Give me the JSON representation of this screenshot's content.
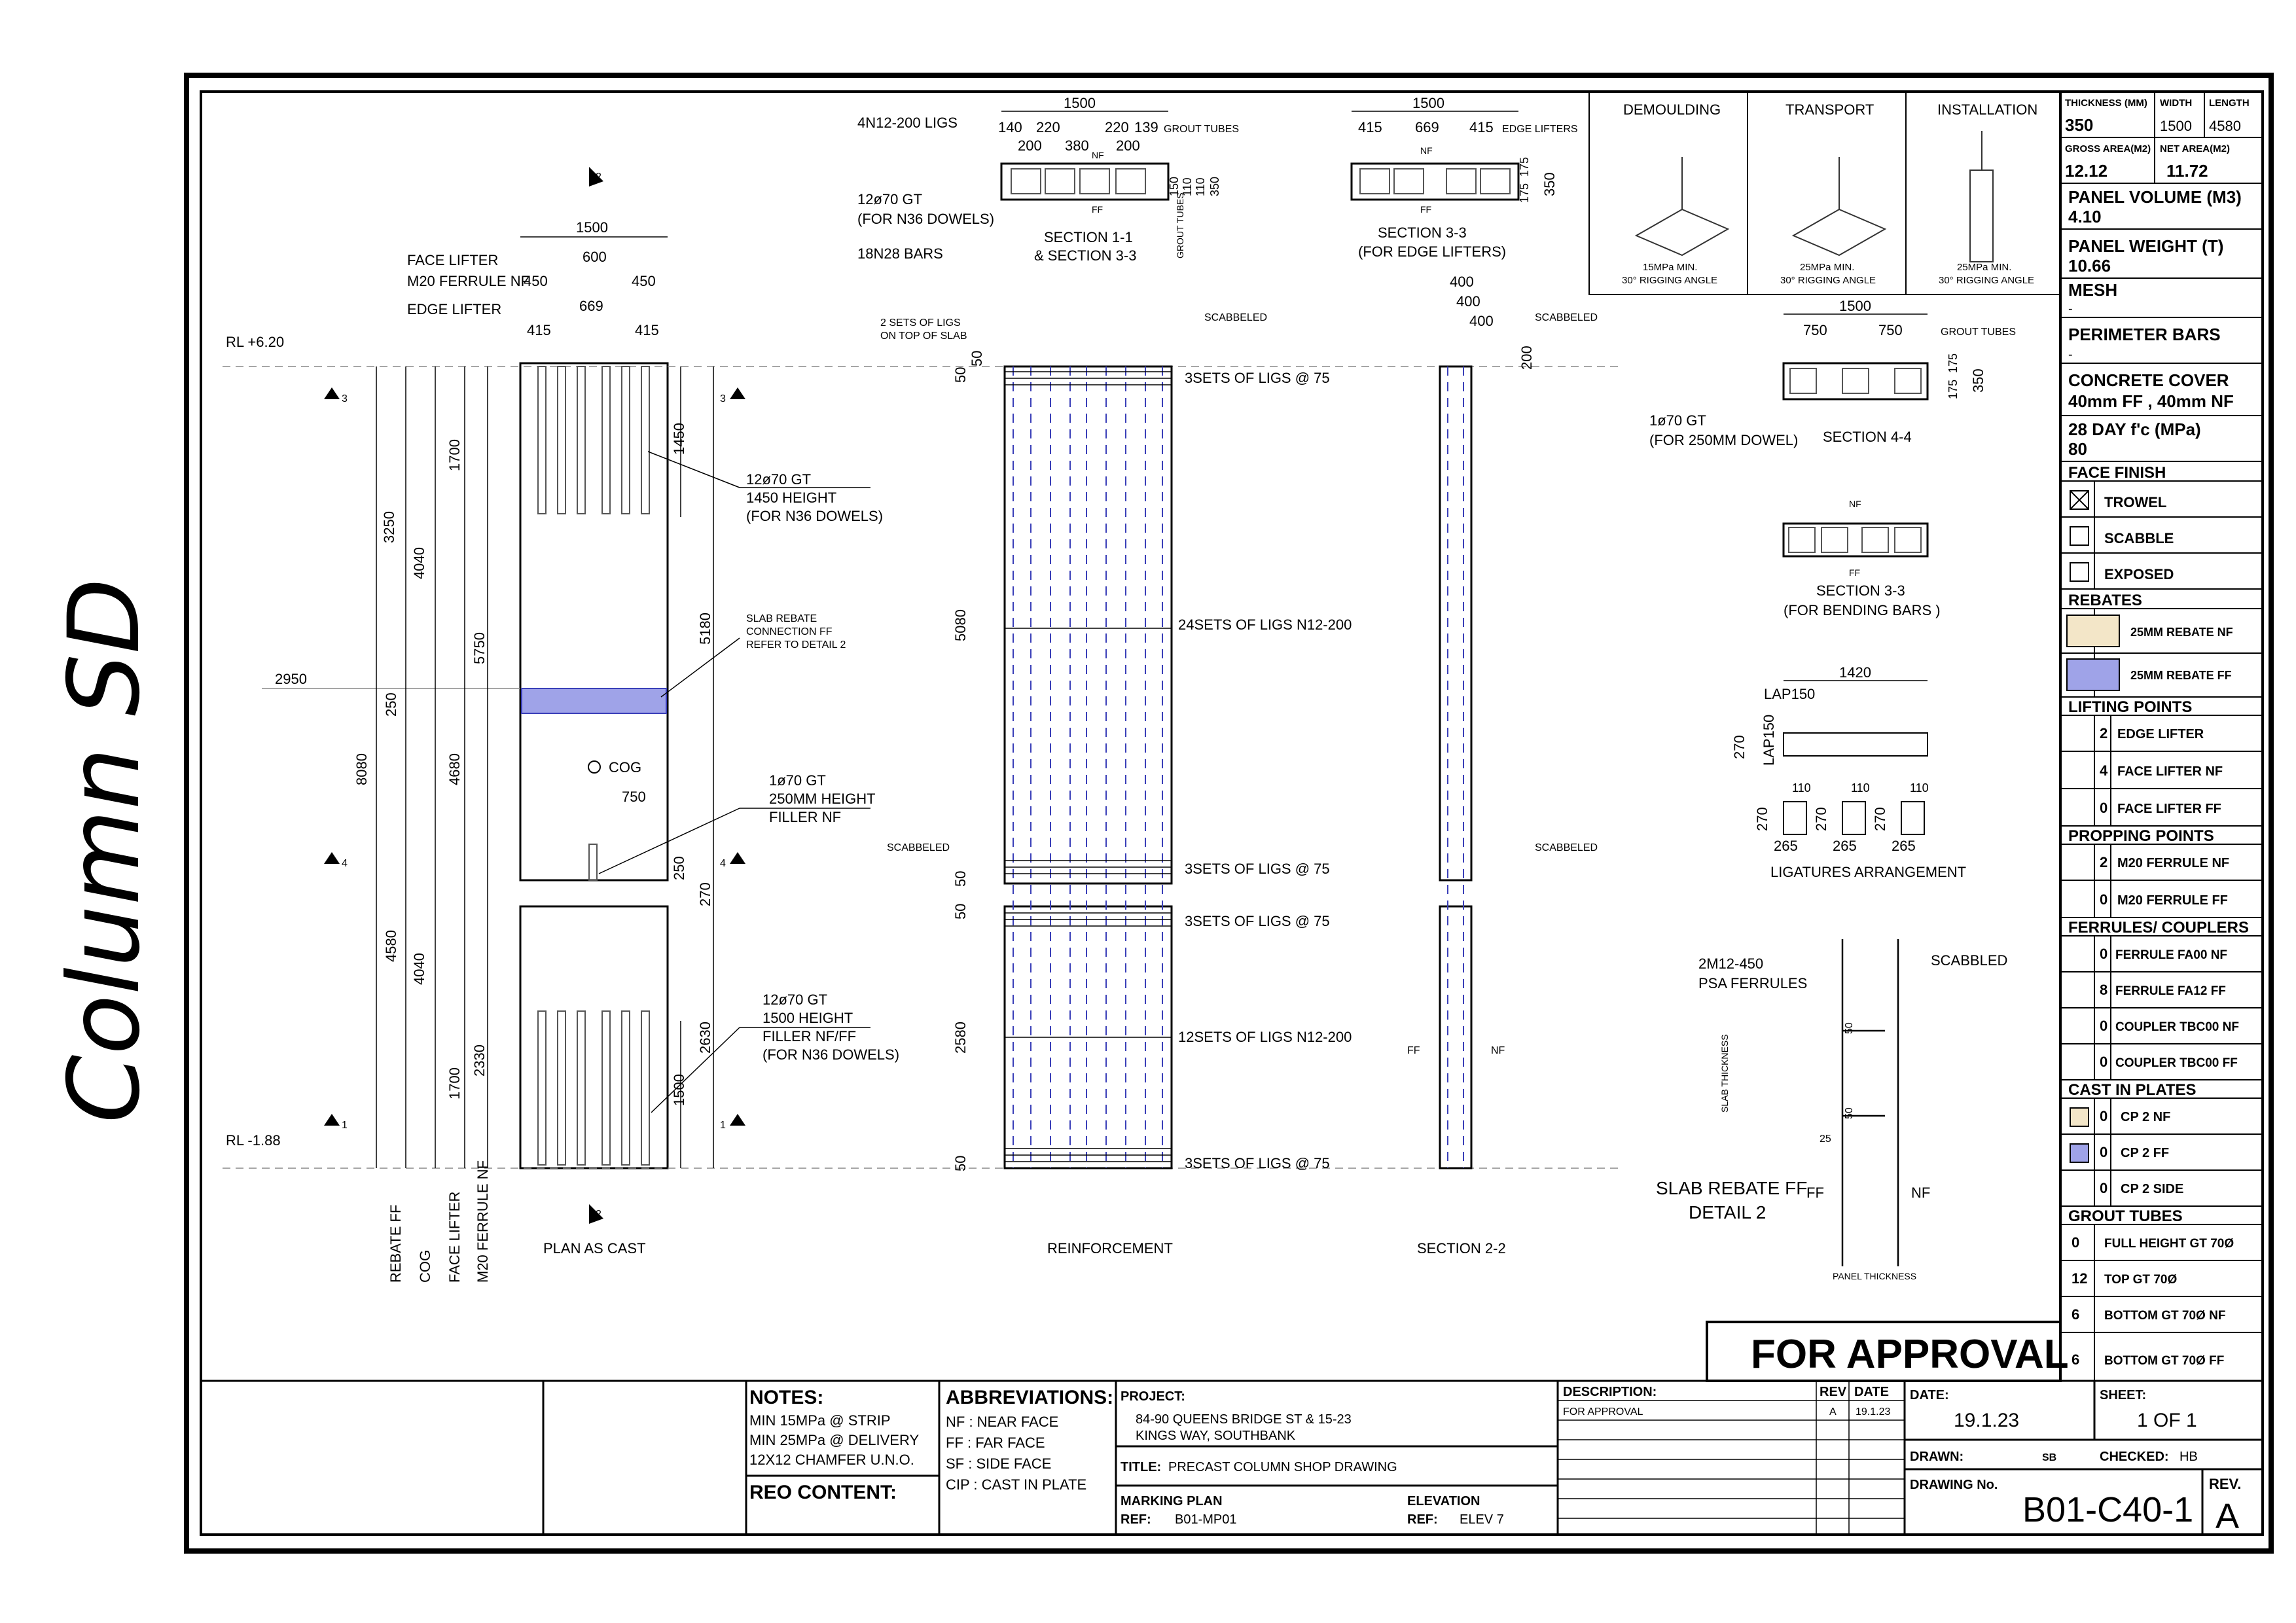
{
  "side_title": "Column SD",
  "drawings": {
    "plan": {
      "caption": "PLAN AS CAST",
      "dim_top": "1500",
      "face_lifter_label": "FACE LIFTER",
      "face_lifter_dim": "600",
      "ferrule_label": "M20 FERRULE NF",
      "ferrule_dims": [
        "450",
        "450"
      ],
      "edge_lifter_label": "EDGE LIFTER",
      "edge_lifter_dim": "669",
      "edge_sub_dims": [
        "415",
        "415"
      ],
      "rl_top": "RL +6.20",
      "rl_bottom": "RL -1.88",
      "dims_vertical": [
        "3250",
        "4040",
        "1700",
        "5750",
        "250",
        "8080",
        "4680",
        "4580",
        "4040",
        "1700",
        "2330",
        "1450",
        "5180",
        "250",
        "270",
        "2630",
        "1500"
      ],
      "dim_2950": "2950",
      "cog_label": "COG",
      "cog_offset": "750",
      "bottom_labels": [
        "REBATE FF",
        "COG",
        "FACE LIFTER",
        "M20 FERRULE NF"
      ],
      "section_markers": [
        "3",
        "3",
        "4",
        "4",
        "1",
        "1",
        "2",
        "2"
      ],
      "callouts": [
        {
          "lines": [
            "12ø70 GT",
            "1450 HEIGHT",
            "(FOR N36 DOWELS)"
          ]
        },
        {
          "lines": [
            "SLAB REBATE",
            "CONNECTION FF",
            "REFER TO DETAIL 2"
          ]
        },
        {
          "lines": [
            "1ø70 GT",
            "250MM HEIGHT",
            "FILLER NF"
          ]
        },
        {
          "lines": [
            "12ø70 GT",
            "1500 HEIGHT",
            "FILLER NF/FF",
            "(FOR N36 DOWELS)"
          ]
        }
      ]
    },
    "section11": {
      "caption": [
        "SECTION 1-1",
        "& SECTION 3-3"
      ],
      "dim_total": "1500",
      "dims": [
        "140",
        "220",
        "220",
        "139",
        "200",
        "380",
        "200"
      ],
      "grout_tubes": "GROUT TUBES",
      "ligs": "4N12-200 LIGS",
      "gt": [
        "12ø70 GT",
        "(FOR N36 DOWELS)"
      ],
      "bars": "18N28 BARS",
      "side_dims": [
        "150",
        "110",
        "110",
        "350"
      ],
      "side_label": "GROUT TUBES",
      "nf": "NF",
      "ff": "FF"
    },
    "section33_edge": {
      "caption": [
        "SECTION 3-3",
        "(FOR EDGE LIFTERS)"
      ],
      "dim_total": "1500",
      "dims": [
        "415",
        "669",
        "415"
      ],
      "edge_lifters": "EDGE LIFTERS",
      "side_dims": [
        "175",
        "175",
        "350"
      ],
      "nf": "NF",
      "ff": "FF"
    },
    "reinforcement": {
      "caption": "REINFORCEMENT",
      "ligs_top_note": [
        "2 SETS OF LIGS",
        "ON TOP OF SLAB"
      ],
      "scabbeled": "SCABBELED",
      "labels": [
        "3SETS OF LIGS @ 75",
        "24SETS OF LIGS N12-200",
        "3SETS OF LIGS @ 75",
        "3SETS OF LIGS @ 75",
        "12SETS OF LIGS N12-200",
        "3SETS OF LIGS @ 75"
      ],
      "dims": [
        "50",
        "50",
        "5080",
        "50",
        "50",
        "50",
        "2580",
        "50"
      ]
    },
    "section22": {
      "caption": "SECTION 2-2",
      "dims": [
        "400",
        "400",
        "400",
        "200"
      ],
      "scabbeled": "SCABBELED",
      "ff": "FF",
      "nf": "NF"
    },
    "section44": {
      "caption": "SECTION 4-4",
      "dims": [
        "1500",
        "750",
        "750"
      ],
      "grout_tubes": "GROUT TUBES",
      "gt": [
        "1ø70 GT",
        "(FOR 250MM DOWEL)"
      ],
      "side_dims": [
        "175",
        "175",
        "350"
      ]
    },
    "section33_bending": {
      "caption": [
        "SECTION 3-3",
        "(FOR BENDING BARS )"
      ],
      "nf": "NF",
      "ff": "FF"
    },
    "ligatures": {
      "caption": "LIGATURES ARRANGEMENT",
      "dims": [
        "1420",
        "LAP150",
        "LAP150",
        "270",
        "270",
        "110",
        "265",
        "270",
        "110",
        "265",
        "270",
        "110",
        "265"
      ]
    },
    "detail2": {
      "caption": [
        "SLAB REBATE FF",
        "DETAIL 2"
      ],
      "ferrules": [
        "2M12-450",
        "PSA FERRULES"
      ],
      "scabbled": "SCABBLED",
      "slab_thickness": "SLAB THICKNESS",
      "panel_thickness": "PANEL THICKNESS",
      "dims": [
        "50",
        "50",
        "25"
      ],
      "ff": "FF",
      "nf": "NF"
    },
    "handling": [
      {
        "title": "DEMOULDING",
        "note": [
          "15MPa MIN.",
          "30° RIGGING ANGLE"
        ]
      },
      {
        "title": "TRANSPORT",
        "note": [
          "25MPa MIN.",
          "30° RIGGING ANGLE"
        ]
      },
      {
        "title": "INSTALLATION",
        "note": [
          "25MPa MIN.",
          "30° RIGGING ANGLE"
        ]
      }
    ]
  },
  "panel_info": {
    "thickness_label": "THICKNESS (MM)",
    "thickness": "350",
    "width_label": "WIDTH",
    "width": "1500",
    "length_label": "LENGTH",
    "length": "4580",
    "gross_label": "GROSS AREA(M2)",
    "gross": "12.12",
    "net_label": "NET AREA(M2)",
    "net": "11.72",
    "volume_label": "PANEL VOLUME (M3)",
    "volume": "4.10",
    "weight_label": "PANEL WEIGHT (T)",
    "weight": "10.66",
    "mesh_label": "MESH",
    "mesh": "-",
    "perimeter_label": "PERIMETER BARS",
    "perimeter": "-",
    "cover_label": "CONCRETE COVER",
    "cover": "40mm FF , 40mm NF",
    "fc_label": "28 DAY f'c (MPa)",
    "fc": "80",
    "face_finish_label": "FACE FINISH",
    "face_finish": [
      "TROWEL",
      "SCABBLE",
      "EXPOSED"
    ],
    "rebates_label": "REBATES",
    "rebates": [
      "25MM REBATE NF",
      "25MM REBATE FF"
    ],
    "lifting_label": "LIFTING POINTS",
    "lifting": [
      {
        "n": "2",
        "t": "EDGE LIFTER"
      },
      {
        "n": "4",
        "t": "FACE LIFTER NF"
      },
      {
        "n": "0",
        "t": "FACE LIFTER FF"
      }
    ],
    "propping_label": "PROPPING POINTS",
    "propping": [
      {
        "n": "2",
        "t": "M20 FERRULE NF"
      },
      {
        "n": "0",
        "t": "M20 FERRULE FF"
      }
    ],
    "ferrules_label": "FERRULES/ COUPLERS",
    "ferrules": [
      {
        "n": "0",
        "t": "FERRULE FA00 NF"
      },
      {
        "n": "8",
        "t": "FERRULE FA12 FF"
      },
      {
        "n": "0",
        "t": "COUPLER TBC00 NF"
      },
      {
        "n": "0",
        "t": "COUPLER TBC00 FF"
      }
    ],
    "plates_label": "CAST IN PLATES",
    "plates": [
      {
        "n": "0",
        "t": "CP 2 NF"
      },
      {
        "n": "0",
        "t": "CP 2 FF"
      },
      {
        "n": "0",
        "t": "CP 2 SIDE"
      }
    ],
    "grout_label": "GROUT TUBES",
    "grout": [
      {
        "n": "0",
        "t": "FULL HEIGHT GT 70Ø"
      },
      {
        "n": "12",
        "t": "TOP GT 70Ø"
      },
      {
        "n": "6",
        "t": "BOTTOM GT 70Ø NF"
      },
      {
        "n": "6",
        "t": "BOTTOM GT 70Ø FF"
      }
    ]
  },
  "title_block": {
    "stamp": "FOR APPROVAL",
    "notes_label": "NOTES:",
    "notes": [
      "MIN 15MPa @ STRIP",
      "MIN 25MPa @ DELIVERY",
      "12X12 CHAMFER U.N.O."
    ],
    "reo_label": "REO CONTENT:",
    "abbr_label": "ABBREVIATIONS:",
    "abbr": [
      "NF : NEAR FACE",
      "FF : FAR FACE",
      "SF : SIDE FACE",
      "CIP : CAST IN PLATE"
    ],
    "project_label": "PROJECT:",
    "project": [
      "84-90 QUEENS BRIDGE ST & 15-23",
      "KINGS WAY, SOUTHBANK"
    ],
    "title_label": "TITLE:",
    "title": "PRECAST COLUMN SHOP DRAWING",
    "marking_label": "MARKING PLAN",
    "marking_ref_label": "REF:",
    "marking_ref": "B01-MP01",
    "elev_label": "ELEVATION",
    "elev_ref_label": "REF:",
    "elev_ref": "ELEV 7",
    "desc_label": "DESCRIPTION:",
    "rev_label": "REV",
    "date_col_label": "DATE",
    "desc_row": {
      "desc": "FOR APPROVAL",
      "rev": "A",
      "date": "19.1.23"
    },
    "date_label": "DATE:",
    "date": "19.1.23",
    "sheet_label": "SHEET:",
    "sheet": "1 OF 1",
    "drawn_label": "DRAWN:",
    "drawn": "SB",
    "checked_label": "CHECKED:",
    "checked": "HB",
    "drawing_no_label": "DRAWING No.",
    "drawing_no": "B01-C40-1",
    "rev_big_label": "REV.",
    "rev_big": "A"
  }
}
